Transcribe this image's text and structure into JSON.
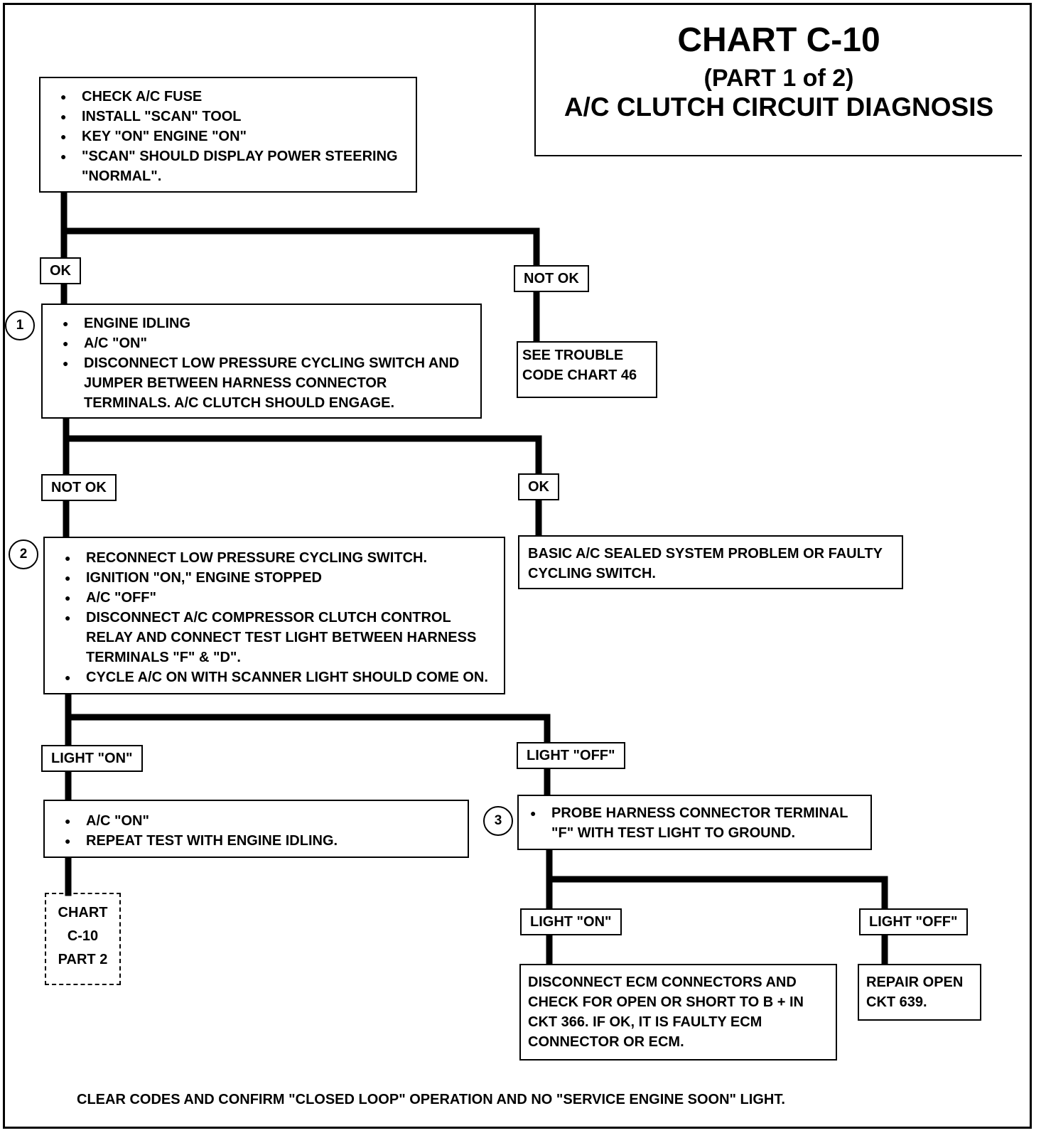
{
  "title": {
    "line1": "CHART C-10",
    "line2": "(PART 1 of 2)",
    "line3": "A/C CLUTCH CIRCUIT DIAGNOSIS"
  },
  "box_start": {
    "items": [
      "CHECK A/C FUSE",
      "INSTALL \"SCAN\" TOOL",
      "KEY \"ON\" ENGINE \"ON\"",
      "\"SCAN\" SHOULD DISPLAY POWER STEERING \"NORMAL\"."
    ]
  },
  "labels": {
    "ok_1": "OK",
    "not_ok_1": "NOT OK",
    "not_ok_2": "NOT OK",
    "ok_2": "OK",
    "light_on_1": "LIGHT \"ON\"",
    "light_off_1": "LIGHT \"OFF\"",
    "light_on_2": "LIGHT \"ON\"",
    "light_off_2": "LIGHT \"OFF\""
  },
  "step_numbers": [
    "1",
    "2",
    "3"
  ],
  "box_step1": {
    "items": [
      "ENGINE IDLING",
      "A/C \"ON\"",
      "DISCONNECT LOW PRESSURE CYCLING SWITCH AND JUMPER BETWEEN HARNESS CONNECTOR TERMINALS.  A/C CLUTCH SHOULD ENGAGE."
    ]
  },
  "box_trouble_code": {
    "text": "SEE TROUBLE CODE CHART 46"
  },
  "box_step2": {
    "items": [
      "RECONNECT LOW PRESSURE CYCLING SWITCH.",
      "IGNITION \"ON,\" ENGINE STOPPED",
      "A/C \"OFF\"",
      "DISCONNECT A/C COMPRESSOR CLUTCH CONTROL RELAY AND CONNECT TEST LIGHT BETWEEN HARNESS TERMINALS \"F\" & \"D\".",
      "CYCLE A/C ON WITH SCANNER LIGHT SHOULD COME ON."
    ]
  },
  "box_sealed_system": {
    "text": "BASIC A/C SEALED SYSTEM PROBLEM OR FAULTY CYCLING SWITCH."
  },
  "box_repeat_test": {
    "items": [
      "A/C \"ON\"",
      "REPEAT TEST WITH ENGINE IDLING."
    ]
  },
  "box_chart_ref": {
    "line1": "CHART",
    "line2": "C-10",
    "line3": "PART 2"
  },
  "box_step3": {
    "items": [
      "PROBE HARNESS CONNECTOR TERMINAL \"F\" WITH TEST LIGHT TO GROUND."
    ]
  },
  "box_disconnect_ecm": {
    "text": "DISCONNECT ECM CONNECTORS AND CHECK FOR OPEN OR SHORT TO B + IN CKT 366.  IF OK, IT IS FAULTY ECM CONNECTOR OR ECM."
  },
  "box_repair_open": {
    "text": "REPAIR OPEN CKT 639."
  },
  "footer": "CLEAR CODES AND CONFIRM \"CLOSED LOOP\" OPERATION AND NO \"SERVICE ENGINE SOON\" LIGHT."
}
